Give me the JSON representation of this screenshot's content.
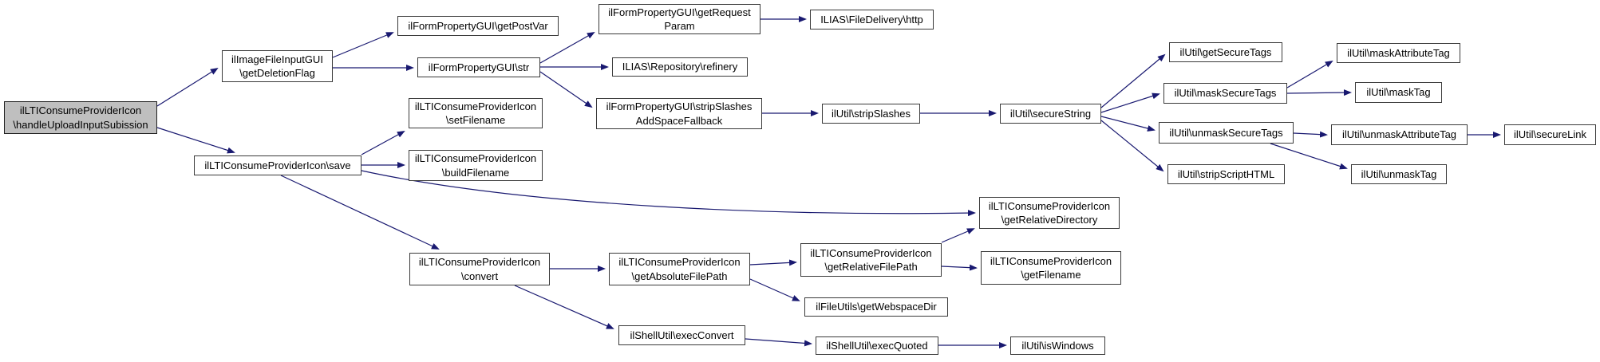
{
  "graph": {
    "kind": "call-graph",
    "colors": {
      "edge": "#191970",
      "node_border": "#3a3a3a",
      "node_fill": "#ffffff",
      "highlight_fill": "#bfbfbf",
      "background": "#ffffff"
    },
    "nodes": [
      {
        "id": "handleUploadInputSubission",
        "label": "ilLTIConsumeProviderIcon\n\\handleUploadInputSubission",
        "highlighted": true
      },
      {
        "id": "getDeletionFlag",
        "label": "ilImageFileInputGUI\n\\getDeletionFlag"
      },
      {
        "id": "save",
        "label": "ilLTIConsumeProviderIcon\\save"
      },
      {
        "id": "getPostVar",
        "label": "ilFormPropertyGUI\\getPostVar"
      },
      {
        "id": "str",
        "label": "ilFormPropertyGUI\\str"
      },
      {
        "id": "setFilename",
        "label": "ilLTIConsumeProviderIcon\n\\setFilename"
      },
      {
        "id": "buildFilename",
        "label": "ilLTIConsumeProviderIcon\n\\buildFilename"
      },
      {
        "id": "getRequestParam",
        "label": "ilFormPropertyGUI\\getRequest\nParam"
      },
      {
        "id": "refinery",
        "label": "ILIAS\\Repository\\refinery"
      },
      {
        "id": "stripSlashesAddSpaceFallback",
        "label": "ilFormPropertyGUI\\stripSlashes\nAddSpaceFallback"
      },
      {
        "id": "http",
        "label": "ILIAS\\FileDelivery\\http"
      },
      {
        "id": "stripSlashes",
        "label": "ilUtil\\stripSlashes"
      },
      {
        "id": "secureString",
        "label": "ilUtil\\secureString"
      },
      {
        "id": "getSecureTags",
        "label": "ilUtil\\getSecureTags"
      },
      {
        "id": "maskSecureTags",
        "label": "ilUtil\\maskSecureTags"
      },
      {
        "id": "unmaskSecureTags",
        "label": "ilUtil\\unmaskSecureTags"
      },
      {
        "id": "stripScriptHTML",
        "label": "ilUtil\\stripScriptHTML"
      },
      {
        "id": "maskAttributeTag",
        "label": "ilUtil\\maskAttributeTag"
      },
      {
        "id": "maskTag",
        "label": "ilUtil\\maskTag"
      },
      {
        "id": "unmaskAttributeTag",
        "label": "ilUtil\\unmaskAttributeTag"
      },
      {
        "id": "unmaskTag",
        "label": "ilUtil\\unmaskTag"
      },
      {
        "id": "secureLink",
        "label": "ilUtil\\secureLink"
      },
      {
        "id": "getRelativeDirectory",
        "label": "ilLTIConsumeProviderIcon\n\\getRelativeDirectory"
      },
      {
        "id": "convert",
        "label": "ilLTIConsumeProviderIcon\n\\convert"
      },
      {
        "id": "getAbsoluteFilePath",
        "label": "ilLTIConsumeProviderIcon\n\\getAbsoluteFilePath"
      },
      {
        "id": "getRelativeFilePath",
        "label": "ilLTIConsumeProviderIcon\n\\getRelativeFilePath"
      },
      {
        "id": "getFilename",
        "label": "ilLTIConsumeProviderIcon\n\\getFilename"
      },
      {
        "id": "getWebspaceDir",
        "label": "ilFileUtils\\getWebspaceDir"
      },
      {
        "id": "execConvert",
        "label": "ilShellUtil\\execConvert"
      },
      {
        "id": "execQuoted",
        "label": "ilShellUtil\\execQuoted"
      },
      {
        "id": "isWindows",
        "label": "ilUtil\\isWindows"
      }
    ],
    "edges": [
      {
        "from": "handleUploadInputSubission",
        "to": "getDeletionFlag"
      },
      {
        "from": "handleUploadInputSubission",
        "to": "save"
      },
      {
        "from": "getDeletionFlag",
        "to": "getPostVar"
      },
      {
        "from": "getDeletionFlag",
        "to": "str"
      },
      {
        "from": "str",
        "to": "getRequestParam"
      },
      {
        "from": "str",
        "to": "refinery"
      },
      {
        "from": "str",
        "to": "stripSlashesAddSpaceFallback"
      },
      {
        "from": "getRequestParam",
        "to": "http"
      },
      {
        "from": "stripSlashesAddSpaceFallback",
        "to": "stripSlashes"
      },
      {
        "from": "stripSlashes",
        "to": "secureString"
      },
      {
        "from": "secureString",
        "to": "getSecureTags"
      },
      {
        "from": "secureString",
        "to": "maskSecureTags"
      },
      {
        "from": "secureString",
        "to": "unmaskSecureTags"
      },
      {
        "from": "secureString",
        "to": "stripScriptHTML"
      },
      {
        "from": "maskSecureTags",
        "to": "maskAttributeTag"
      },
      {
        "from": "maskSecureTags",
        "to": "maskTag"
      },
      {
        "from": "unmaskSecureTags",
        "to": "unmaskAttributeTag"
      },
      {
        "from": "unmaskSecureTags",
        "to": "unmaskTag"
      },
      {
        "from": "unmaskAttributeTag",
        "to": "secureLink"
      },
      {
        "from": "save",
        "to": "setFilename"
      },
      {
        "from": "save",
        "to": "buildFilename"
      },
      {
        "from": "save",
        "to": "getRelativeDirectory"
      },
      {
        "from": "save",
        "to": "convert"
      },
      {
        "from": "convert",
        "to": "getAbsoluteFilePath"
      },
      {
        "from": "convert",
        "to": "execConvert"
      },
      {
        "from": "getAbsoluteFilePath",
        "to": "getRelativeFilePath"
      },
      {
        "from": "getAbsoluteFilePath",
        "to": "getWebspaceDir"
      },
      {
        "from": "getRelativeFilePath",
        "to": "getRelativeDirectory"
      },
      {
        "from": "getRelativeFilePath",
        "to": "getFilename"
      },
      {
        "from": "execConvert",
        "to": "execQuoted"
      },
      {
        "from": "execQuoted",
        "to": "isWindows"
      }
    ]
  }
}
